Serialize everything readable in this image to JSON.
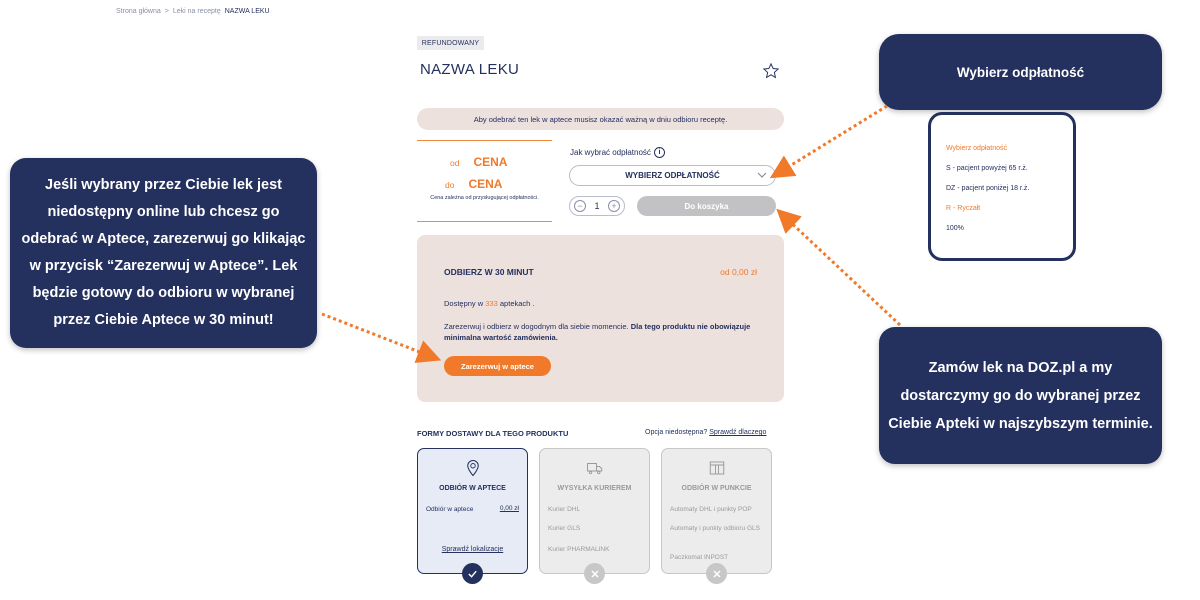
{
  "breadcrumb": {
    "home": "Strona główna",
    "sep": ">",
    "category": "Leki na receptę",
    "current": "NAZWA LEKU"
  },
  "product": {
    "badge": "REFUNDOWANY",
    "title": "NAZWA LEKU",
    "notice": "Aby odebrać ten lek w aptece musisz okazać ważną w dniu odbioru receptę.",
    "price_from_label": "od",
    "price_from_value": "CENA",
    "price_to_label": "do",
    "price_to_value": "CENA",
    "price_note": "Cena zależna od przysługującej odpłatności.",
    "choose_label": "Jak wybrać odpłatność",
    "select_label": "WYBIERZ ODPŁATNOŚĆ",
    "qty": "1",
    "cart_button": "Do koszyka"
  },
  "pickup": {
    "title": "ODBIERZ W 30 MINUT",
    "price": "od 0,00 zł",
    "avail_prefix": "Dostępny w",
    "avail_count": "333",
    "avail_suffix": "aptekach .",
    "desc_plain": "Zarezerwuj i odbierz w dogodnym dla siebie momencie.",
    "desc_bold": "Dla tego produktu nie obowiązuje minimalna wartość zamówienia.",
    "button": "Zarezerwuj w aptece"
  },
  "delivery": {
    "title": "FORMY DOSTAWY DLA TEGO PRODUKTU",
    "option_text": "Opcja niedostępna?",
    "option_link": "Sprawdź dlaczego",
    "cards": [
      {
        "title": "ODBIÓR W APTECE",
        "line1": "Odbiór w aptece",
        "price": "0,00 zł",
        "link": "Sprawdź lokalizacje",
        "icon": "location-icon"
      },
      {
        "title": "WYSYŁKA KURIEREM",
        "line1": "Kurier DHL",
        "line2": "Kurier GLS",
        "line3": "Kurier PHARMALINK",
        "icon": "truck-icon"
      },
      {
        "title": "ODBIÓR W PUNKCIE",
        "line1": "Automaty DHL i punkty POP",
        "line2": "Automaty i punkty odbioru GLS",
        "line3": "Paczkomat INPOST",
        "icon": "parcel-locker-icon"
      }
    ]
  },
  "callouts": {
    "left": "Jeśli wybrany przez Ciebie lek jest niedostępny online lub chcesz go odebrać w Aptece, zarezerwuj go klikając w przycisk “Zarezerwuj w Aptece”. Lek będzie gotowy do odbioru w wybranej przez Ciebie Aptece w 30 minut!",
    "top_right": "Wybierz odpłatność",
    "bottom_right": "Zamów lek na DOZ.pl a my dostarczymy go do wybranej przez Ciebie Apteki w najszybszym terminie."
  },
  "popup": {
    "header": "Wybierz odpłatność",
    "options": [
      "S - pacjent powyżej 65 r.ż.",
      "DZ - pacjent poniżej 18 r.ż.",
      "R - Ryczałt",
      "100%"
    ]
  },
  "colors": {
    "navy": "#24305e",
    "orange": "#f07a2a",
    "beige": "#ece1dd",
    "grey_button": "#c2c2c4"
  }
}
